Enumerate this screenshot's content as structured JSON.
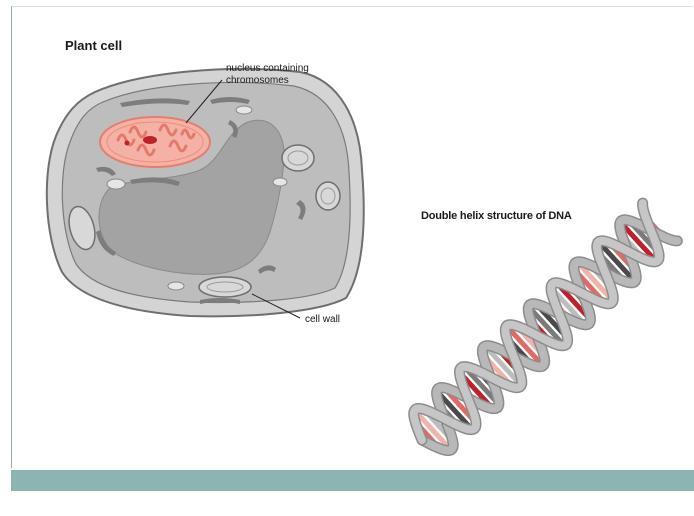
{
  "plant_cell": {
    "title": "Plant cell",
    "labels": {
      "nucleus_line1": "nucleus containing",
      "nucleus_line2": "chromosomes",
      "cell_wall": "cell wall"
    }
  },
  "dna": {
    "title": "Double helix structure of DNA"
  },
  "colors": {
    "cell_wall": "#cfcfcf",
    "cytoplasm": "#bdbdbd",
    "vacuole": "#a3a3a3",
    "nucleus": "#f2a89b",
    "chromosome": "#c0202a",
    "helix_backbone": "#b8b8b8",
    "footer_bar": "#8cb4b1"
  }
}
